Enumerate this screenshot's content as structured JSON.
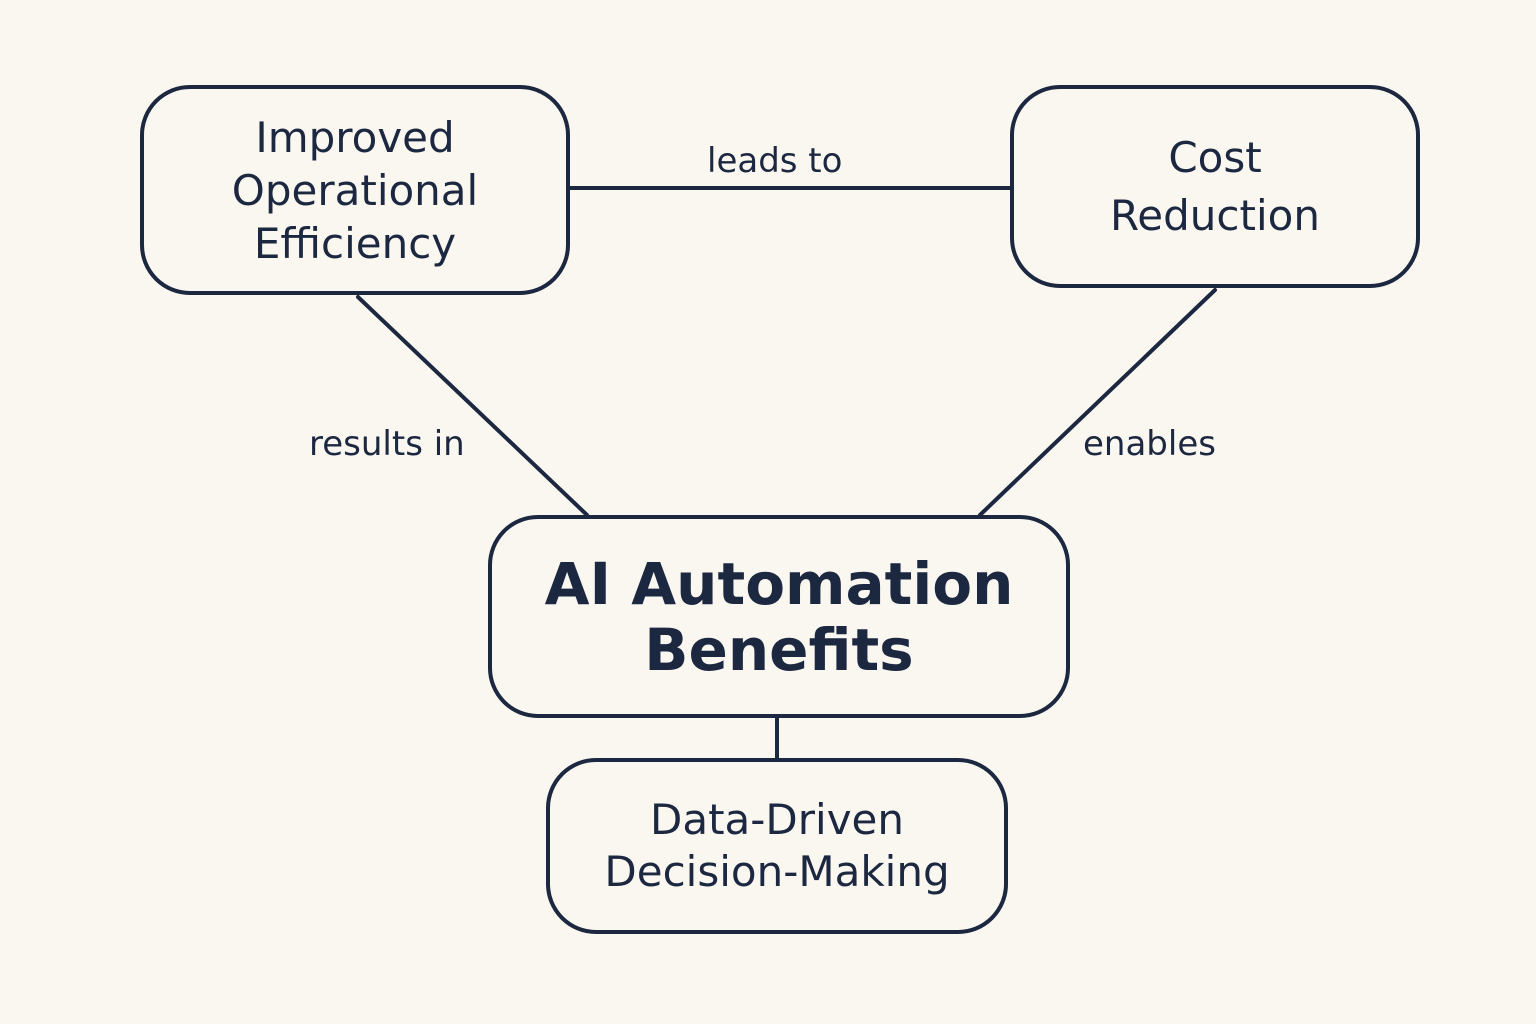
{
  "nodes": {
    "efficiency": {
      "lines": [
        "Improved",
        "Operational",
        "Efficiency"
      ]
    },
    "cost": {
      "lines": [
        "Cost",
        "Reduction"
      ]
    },
    "central": {
      "lines": [
        "AI Automation",
        "Benefits"
      ]
    },
    "data": {
      "lines": [
        "Data-Driven",
        "Decision-Making"
      ]
    }
  },
  "edges": {
    "efficiency_to_cost": "leads to",
    "efficiency_to_central": "results in",
    "cost_to_central": "enables"
  },
  "colors": {
    "background": "#faf7f1",
    "ink": "#1c2740"
  }
}
